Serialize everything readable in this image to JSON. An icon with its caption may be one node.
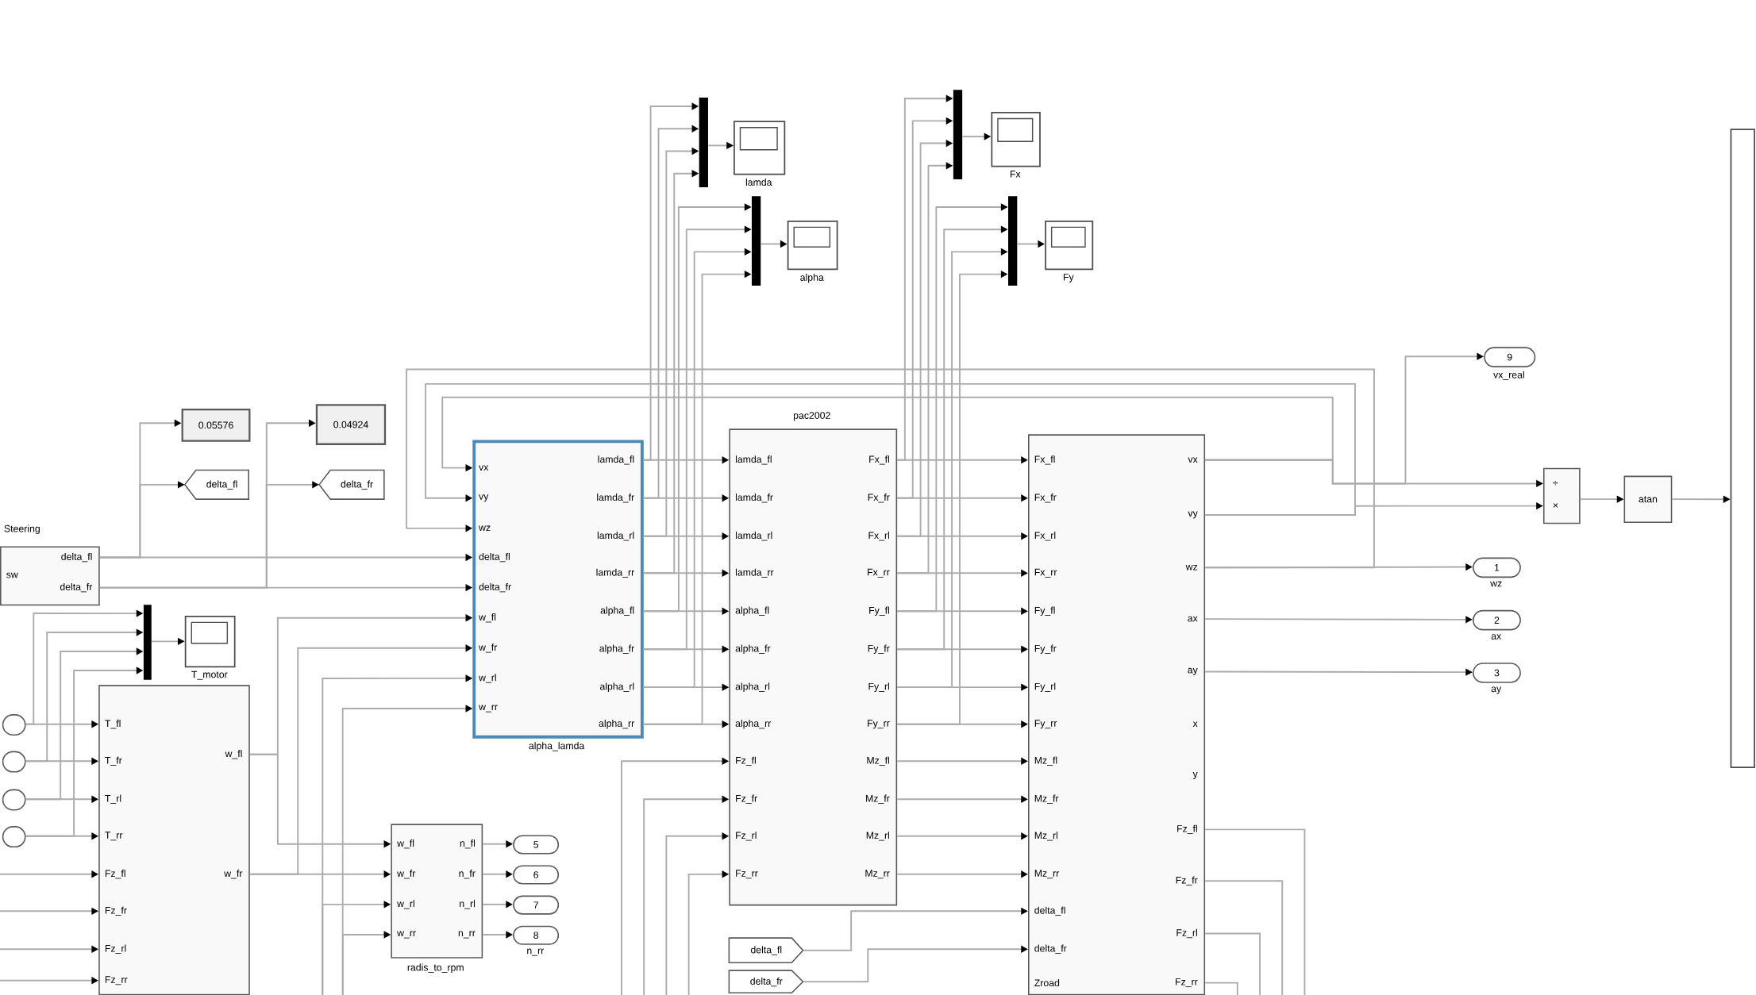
{
  "diagram": {
    "nodes": [
      {
        "text": [
          "Steering",
          "sw",
          "delta_fl",
          "delta_fr"
        ]
      },
      {
        "text": [
          "0.05576"
        ]
      },
      {
        "text": [
          "0.04924"
        ]
      },
      {
        "text": [
          "delta_fl"
        ]
      },
      {
        "text": [
          "delta_fr"
        ]
      },
      {
        "text": [
          "vx",
          "vy",
          "wz",
          "delta_fl",
          "delta_fr",
          "w_fl",
          "w_fr",
          "w_rl",
          "w_rr",
          "lamda_fl",
          "lamda_fr",
          "lamda_rl",
          "lamda_rr",
          "alpha_fl",
          "alpha_fr",
          "alpha_rl",
          "alpha_rr",
          "alpha_lamda"
        ]
      },
      {
        "text": [
          "pac2002",
          "lamda_fl",
          "lamda_fr",
          "lamda_rl",
          "lamda_rr",
          "alpha_fl",
          "alpha_fr",
          "alpha_rl",
          "alpha_rr",
          "Fz_fl",
          "Fz_fr",
          "Fz_rl",
          "Fz_rr",
          "Fx_fl",
          "Fx_fr",
          "Fx_rl",
          "Fx_rr",
          "Fy_fl",
          "Fy_fr",
          "Fy_rl",
          "Fy_rr",
          "Mz_fl",
          "Mz_fr",
          "Mz_rl",
          "Mz_rr"
        ]
      },
      {
        "text": [
          "Fx_fl",
          "Fx_fr",
          "Fx_rl",
          "Fx_rr",
          "Fy_fl",
          "Fy_fr",
          "Fy_rl",
          "Fy_rr",
          "Mz_fl",
          "Mz_fr",
          "Mz_rl",
          "Mz_rr",
          "delta_fl",
          "delta_fr",
          "Zroad",
          "vx",
          "vy",
          "wz",
          "ax",
          "ay",
          "x",
          "y",
          "Fz_fl",
          "Fz_fr",
          "Fz_rl",
          "Fz_rr"
        ]
      },
      {
        "text": [
          "T_fl",
          "T_fr",
          "T_rl",
          "T_rr",
          "Fz_fl",
          "Fz_fr",
          "Fz_rl",
          "Fz_rr",
          "w_fl",
          "w_fr"
        ]
      },
      {
        "text": [
          "w_fl",
          "w_fr",
          "w_rl",
          "w_rr",
          "n_fl",
          "n_fr",
          "n_rl",
          "n_rr",
          "radis_to_rpm"
        ]
      },
      {
        "text": [
          "5"
        ]
      },
      {
        "text": [
          "6"
        ]
      },
      {
        "text": [
          "7"
        ]
      },
      {
        "text": [
          "8"
        ],
        "beside": [
          "n_rr"
        ]
      },
      {
        "text": [],
        "shape": "circle"
      },
      {
        "text": [],
        "shape": "circle"
      },
      {
        "text": [],
        "shape": "circle"
      },
      {
        "text": [],
        "shape": "circle"
      },
      {
        "text": [],
        "shape": "bar"
      },
      {
        "text": [],
        "shape": "box",
        "beside": [
          "T_motor"
        ]
      },
      {
        "text": [],
        "shape": "bar"
      },
      {
        "text": [],
        "shape": "box",
        "beside": [
          "lamda"
        ]
      },
      {
        "text": [],
        "shape": "bar"
      },
      {
        "text": [],
        "shape": "box",
        "beside": [
          "alpha"
        ]
      },
      {
        "text": [],
        "shape": "bar"
      },
      {
        "text": [],
        "shape": "box",
        "beside": [
          "Fx"
        ]
      },
      {
        "text": [],
        "shape": "bar"
      },
      {
        "text": [],
        "shape": "box",
        "beside": [
          "Fy"
        ]
      },
      {
        "text": [
          "÷",
          "×"
        ]
      },
      {
        "text": [
          "atan"
        ]
      },
      {
        "text": [],
        "shape": "box"
      },
      {
        "text": [
          "9"
        ],
        "beside": [
          "vx_real"
        ]
      },
      {
        "text": [
          "1"
        ],
        "beside": [
          "wz"
        ]
      },
      {
        "text": [
          "2"
        ],
        "beside": [
          "ax"
        ]
      },
      {
        "text": [
          "3"
        ],
        "beside": [
          "ay"
        ]
      },
      {
        "text": [
          "delta_fl"
        ]
      },
      {
        "text": [
          "delta_fr"
        ]
      }
    ],
    "edges": [
      {
        "from": 0,
        "to": 5,
        "arrow": "to"
      },
      {
        "from": 0,
        "to": 5,
        "arrow": "to"
      },
      {
        "from": 0,
        "to": 1,
        "arrow": "to"
      },
      {
        "from": 0,
        "to": 3,
        "arrow": "to"
      },
      {
        "from": 0,
        "to": 2,
        "arrow": "to"
      },
      {
        "from": 0,
        "to": 4,
        "arrow": "to"
      },
      {
        "from": 5,
        "to": 6,
        "arrow": "to"
      },
      {
        "from": 5,
        "to": 6,
        "arrow": "to"
      },
      {
        "from": 5,
        "to": 6,
        "arrow": "to"
      },
      {
        "from": 5,
        "to": 6,
        "arrow": "to"
      },
      {
        "from": 5,
        "to": 6,
        "arrow": "to"
      },
      {
        "from": 5,
        "to": 6,
        "arrow": "to"
      },
      {
        "from": 5,
        "to": 6,
        "arrow": "to"
      },
      {
        "from": 5,
        "to": 6,
        "arrow": "to"
      },
      {
        "from": 5,
        "to": 20,
        "arrow": "to"
      },
      {
        "from": 5,
        "to": 20,
        "arrow": "to"
      },
      {
        "from": 5,
        "to": 20,
        "arrow": "to"
      },
      {
        "from": 5,
        "to": 20,
        "arrow": "to"
      },
      {
        "from": 5,
        "to": 22,
        "arrow": "to"
      },
      {
        "from": 5,
        "to": 22,
        "arrow": "to"
      },
      {
        "from": 5,
        "to": 22,
        "arrow": "to"
      },
      {
        "from": 5,
        "to": 22,
        "arrow": "to"
      },
      {
        "from": 6,
        "to": 7,
        "arrow": "to"
      },
      {
        "from": 6,
        "to": 7,
        "arrow": "to"
      },
      {
        "from": 6,
        "to": 7,
        "arrow": "to"
      },
      {
        "from": 6,
        "to": 7,
        "arrow": "to"
      },
      {
        "from": 6,
        "to": 7,
        "arrow": "to"
      },
      {
        "from": 6,
        "to": 7,
        "arrow": "to"
      },
      {
        "from": 6,
        "to": 7,
        "arrow": "to"
      },
      {
        "from": 6,
        "to": 7,
        "arrow": "to"
      },
      {
        "from": 6,
        "to": 7,
        "arrow": "to"
      },
      {
        "from": 6,
        "to": 7,
        "arrow": "to"
      },
      {
        "from": 6,
        "to": 7,
        "arrow": "to"
      },
      {
        "from": 6,
        "to": 7,
        "arrow": "to"
      },
      {
        "from": 6,
        "to": 24,
        "arrow": "to"
      },
      {
        "from": 6,
        "to": 24,
        "arrow": "to"
      },
      {
        "from": 6,
        "to": 24,
        "arrow": "to"
      },
      {
        "from": 6,
        "to": 24,
        "arrow": "to"
      },
      {
        "from": 6,
        "to": 26,
        "arrow": "to"
      },
      {
        "from": 6,
        "to": 26,
        "arrow": "to"
      },
      {
        "from": 6,
        "to": 26,
        "arrow": "to"
      },
      {
        "from": 6,
        "to": 26,
        "arrow": "to"
      },
      {
        "from": 7,
        "to": 5,
        "arrow": "to"
      },
      {
        "from": 7,
        "to": 5,
        "arrow": "to"
      },
      {
        "from": 7,
        "to": 5,
        "arrow": "to"
      },
      {
        "from": 7,
        "to": 28,
        "arrow": "to"
      },
      {
        "from": 7,
        "to": 28,
        "arrow": "to"
      },
      {
        "from": 7,
        "to": 31,
        "arrow": "to"
      },
      {
        "from": 7,
        "to": 32,
        "arrow": "to"
      },
      {
        "from": 7,
        "to": 33,
        "arrow": "to"
      },
      {
        "from": 7,
        "to": 34,
        "arrow": "to"
      },
      {
        "from": 28,
        "to": 29,
        "arrow": "to"
      },
      {
        "from": 29,
        "to": 30,
        "arrow": "to"
      },
      {
        "from": 8,
        "to": 5,
        "arrow": "to"
      },
      {
        "from": 8,
        "to": 9,
        "arrow": "to"
      },
      {
        "from": 8,
        "to": 5,
        "arrow": "to"
      },
      {
        "from": 8,
        "to": 9,
        "arrow": "to"
      },
      {
        "from": null,
        "to": 5,
        "arrow": "to"
      },
      {
        "from": null,
        "to": 9,
        "arrow": "to"
      },
      {
        "from": null,
        "to": 5,
        "arrow": "to"
      },
      {
        "from": null,
        "to": 9,
        "arrow": "to"
      },
      {
        "from": 9,
        "to": 10,
        "arrow": "to"
      },
      {
        "from": 9,
        "to": 11,
        "arrow": "to"
      },
      {
        "from": 9,
        "to": 12,
        "arrow": "to"
      },
      {
        "from": 9,
        "to": 13,
        "arrow": "to"
      },
      {
        "from": 14,
        "to": 8,
        "arrow": "to"
      },
      {
        "from": 15,
        "to": 8,
        "arrow": "to"
      },
      {
        "from": 16,
        "to": 8,
        "arrow": "to"
      },
      {
        "from": 17,
        "to": 8,
        "arrow": "to"
      },
      {
        "from": 14,
        "to": 18,
        "arrow": "to"
      },
      {
        "from": 15,
        "to": 18,
        "arrow": "to"
      },
      {
        "from": 16,
        "to": 18,
        "arrow": "to"
      },
      {
        "from": 17,
        "to": 18,
        "arrow": "to"
      },
      {
        "from": 18,
        "to": 19,
        "arrow": "to"
      },
      {
        "from": 20,
        "to": 21,
        "arrow": "to"
      },
      {
        "from": 22,
        "to": 23,
        "arrow": "to"
      },
      {
        "from": 24,
        "to": 25,
        "arrow": "to"
      },
      {
        "from": 26,
        "to": 27,
        "arrow": "to"
      },
      {
        "from": 35,
        "to": 7,
        "arrow": "to"
      },
      {
        "from": 36,
        "to": 7,
        "arrow": "to"
      },
      {
        "from": null,
        "to": 6,
        "arrow": "to"
      },
      {
        "from": null,
        "to": 6,
        "arrow": "to"
      },
      {
        "from": null,
        "to": 6,
        "arrow": "to"
      },
      {
        "from": null,
        "to": 6,
        "arrow": "to"
      },
      {
        "from": 7,
        "to": null,
        "arrow": "none"
      },
      {
        "from": 7,
        "to": null,
        "arrow": "none"
      },
      {
        "from": 7,
        "to": null,
        "arrow": "none"
      },
      {
        "from": 7,
        "to": null,
        "arrow": "none"
      },
      {
        "from": null,
        "to": 8,
        "arrow": "to"
      },
      {
        "from": null,
        "to": 8,
        "arrow": "to"
      },
      {
        "from": null,
        "to": 8,
        "arrow": "to"
      },
      {
        "from": null,
        "to": 8,
        "arrow": "to"
      }
    ]
  }
}
